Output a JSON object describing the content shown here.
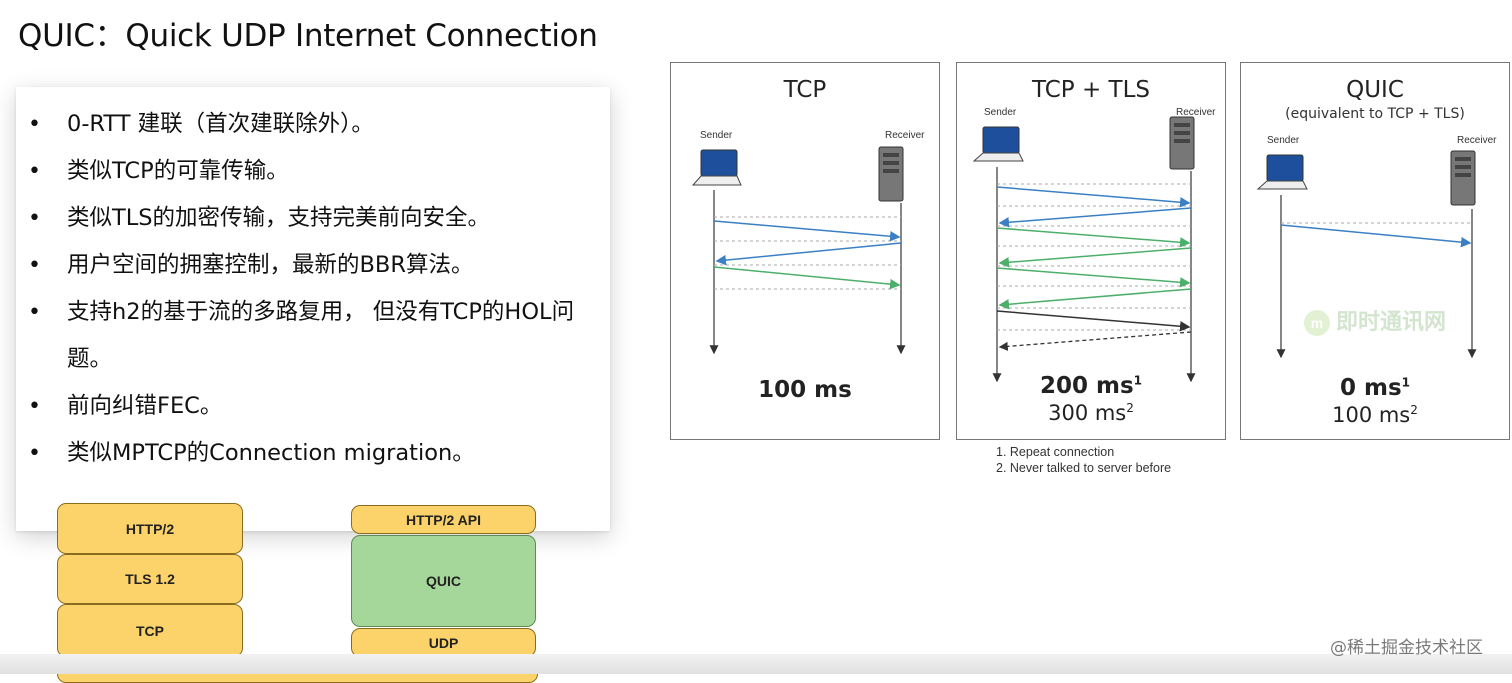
{
  "title": "QUIC：Quick UDP Internet Connection",
  "bullets": [
    "0-RTT 建联（首次建联除外）。",
    "类似TCP的可靠传输。",
    "类似TLS的加密传输，支持完美前向安全。",
    "用户空间的拥塞控制，最新的BBR算法。",
    "支持h2的基于流的多路复用， 但没有TCP的HOL问题。",
    "前向纠错FEC。",
    "类似MPTCP的Connection migration。"
  ],
  "stack_left": [
    "HTTP/2",
    "TLS 1.2",
    "TCP"
  ],
  "stack_right": [
    "HTTP/2 API",
    "QUIC",
    "UDP"
  ],
  "diagrams": {
    "tcp": {
      "title": "TCP",
      "sender": "Sender",
      "receiver": "Receiver",
      "timing_main": "100 ms"
    },
    "tcp_tls": {
      "title": "TCP + TLS",
      "sender": "Sender",
      "receiver": "Receiver",
      "timing_main": "200 ms",
      "timing_main_note": "1",
      "timing_sub": "300 ms",
      "timing_sub_note": "2"
    },
    "quic": {
      "title": "QUIC",
      "subtitle": "(equivalent to TCP + TLS)",
      "sender": "Sender",
      "receiver": "Receiver",
      "timing_main": "0 ms",
      "timing_main_note": "1",
      "timing_sub": "100 ms",
      "timing_sub_note": "2"
    }
  },
  "footnotes": [
    "1. Repeat connection",
    "2. Never talked to server before"
  ],
  "watermark_logo": "即时通讯网",
  "site_watermark": "@稀土掘金技术社区",
  "colors": {
    "blue_arrow": "#3b7fc4",
    "green_arrow": "#4caf6a",
    "dark_arrow": "#333333",
    "stack_yellow": "#fcd36b",
    "stack_green": "#a6d79a"
  }
}
